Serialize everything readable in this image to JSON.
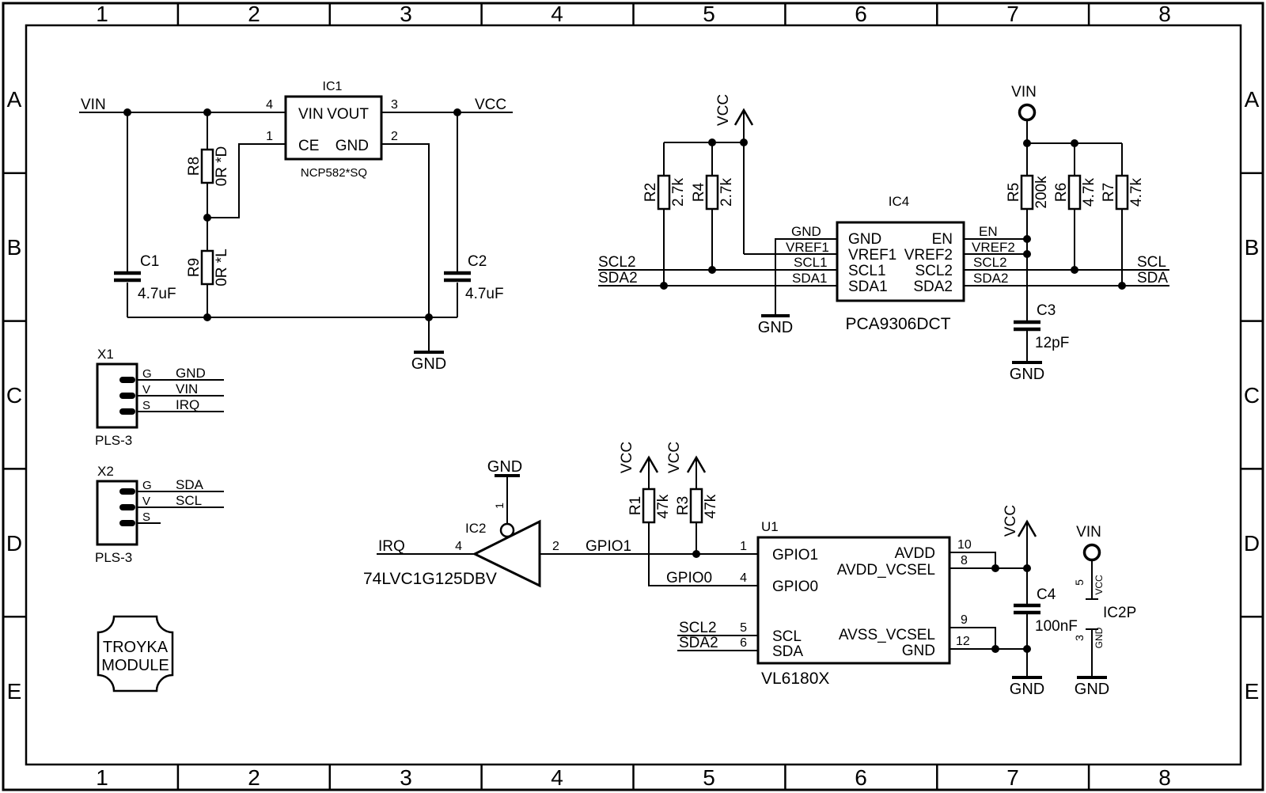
{
  "frame": {
    "cols": [
      "1",
      "2",
      "3",
      "4",
      "5",
      "6",
      "7",
      "8"
    ],
    "rows": [
      "A",
      "B",
      "C",
      "D",
      "E"
    ]
  },
  "regulator": {
    "ref": "IC1",
    "part": "NCP582*SQ",
    "vin_net": "VIN",
    "vcc_net": "VCC",
    "gnd_net": "GND",
    "pin_vin": "VIN",
    "pin_vout": "VOUT",
    "pin_ce": "CE",
    "pin_gnd": "GND",
    "n_vin": "4",
    "n_vout": "3",
    "n_ce": "1",
    "n_gnd": "2",
    "r8_ref": "R8",
    "r8_val": "0R *D",
    "r9_ref": "R9",
    "r9_val": "0R *L",
    "c1_ref": "C1",
    "c1_val": "4.7uF",
    "c2_ref": "C2",
    "c2_val": "4.7uF"
  },
  "shifter": {
    "ref": "IC4",
    "part": "PCA9306DCT",
    "vcc_net": "VCC",
    "gnd_sym": "GND",
    "r2_ref": "R2",
    "r2_val": "2.7k",
    "r4_ref": "R4",
    "r4_val": "2.7k",
    "scl2_in": "SCL2",
    "sda2_in": "SDA2",
    "lbl_gnd": "GND",
    "lbl_vref1": "VREF1",
    "lbl_scl1": "SCL1",
    "lbl_sda1": "SDA1",
    "p_gnd": "GND",
    "p_vref1": "VREF1",
    "p_scl1": "SCL1",
    "p_sda1": "SDA1",
    "p_en": "EN",
    "p_vref2": "VREF2",
    "p_scl2": "SCL2",
    "p_sda2": "SDA2",
    "lbl_en": "EN",
    "lbl_vref2": "VREF2",
    "lbl_scl2": "SCL2",
    "lbl_sda2": "SDA2",
    "vin_term": "VIN",
    "r5_ref": "R5",
    "r5_val": "200k",
    "r6_ref": "R6",
    "r6_val": "4.7k",
    "r7_ref": "R7",
    "r7_val": "4.7k",
    "scl_out": "SCL",
    "sda_out": "SDA",
    "c3_ref": "C3",
    "c3_val": "12pF",
    "c3_gnd": "GND"
  },
  "x1": {
    "ref": "X1",
    "part": "PLS-3",
    "g": "G",
    "v": "V",
    "s": "S",
    "net_g": "GND",
    "net_v": "VIN",
    "net_s": "IRQ"
  },
  "x2": {
    "ref": "X2",
    "part": "PLS-3",
    "g": "G",
    "v": "V",
    "s": "S",
    "net_g": "SDA",
    "net_v": "SCL"
  },
  "buf": {
    "ref": "IC2",
    "part": "74LVC1G125DBV",
    "gnd": "GND",
    "n_oe": "1",
    "n_in": "2",
    "n_out": "4",
    "net_irq": "IRQ",
    "net_gpio1": "GPIO1"
  },
  "sensor": {
    "ref": "U1",
    "part": "VL6180X",
    "vcc_r1": "VCC",
    "vcc_r3": "VCC",
    "r1_ref": "R1",
    "r1_val": "47k",
    "r3_ref": "R3",
    "r3_val": "47k",
    "net_gpio0": "GPIO0",
    "net_scl2": "SCL2",
    "net_sda2": "SDA2",
    "n1": "1",
    "n4": "4",
    "n5": "5",
    "n6": "6",
    "n10": "10",
    "n8": "8",
    "n9": "9",
    "n12": "12",
    "p_gpio1": "GPIO1",
    "p_gpio0": "GPIO0",
    "p_scl": "SCL",
    "p_sda": "SDA",
    "p_avdd": "AVDD",
    "p_avdd_vcsel": "AVDD_VCSEL",
    "p_avss_vcsel": "AVSS_VCSEL",
    "p_gnd": "GND",
    "vcc_net": "VCC",
    "c4_ref": "C4",
    "c4_val": "100nF",
    "gnd_sym": "GND"
  },
  "pwr": {
    "ref": "IC2P",
    "vin": "VIN",
    "gnd_sym": "GND",
    "n5": "5",
    "p5": "VCC",
    "n3": "3",
    "p3": "GND"
  },
  "badge": {
    "l1": "TROYKA",
    "l2": "MODULE"
  }
}
